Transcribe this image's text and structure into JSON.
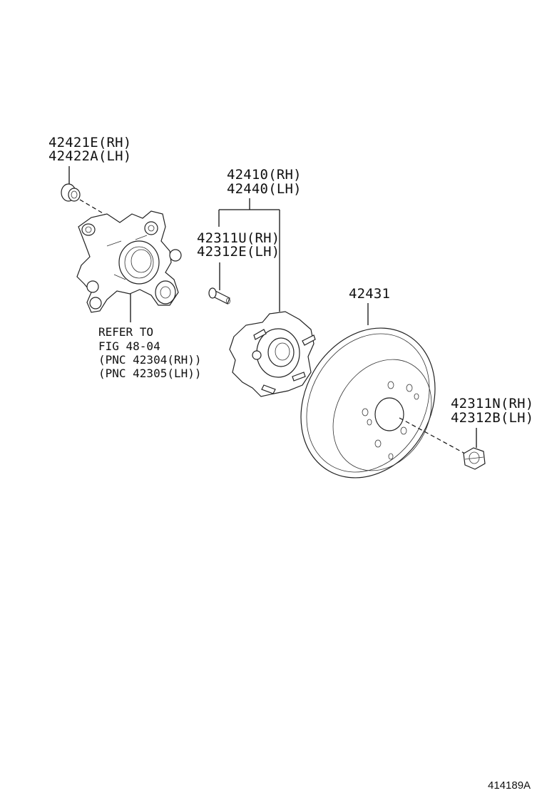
{
  "labels": {
    "bolt_rh": "42421E(RH)",
    "bolt_lh": "42422A(LH)",
    "hub_rh": "42410(RH)",
    "hub_lh": "42440(LH)",
    "stud_rh": "42311U(RH)",
    "stud_lh": "42312E(LH)",
    "disc": "42431",
    "nut_rh": "42311N(RH)",
    "nut_lh": "42312B(LH)"
  },
  "reference": {
    "line1": "REFER TO",
    "line2": "FIG 48-04",
    "line3": "(PNC 42304(RH))",
    "line4": "(PNC 42305(LH))"
  },
  "diagram_code": "414189A"
}
